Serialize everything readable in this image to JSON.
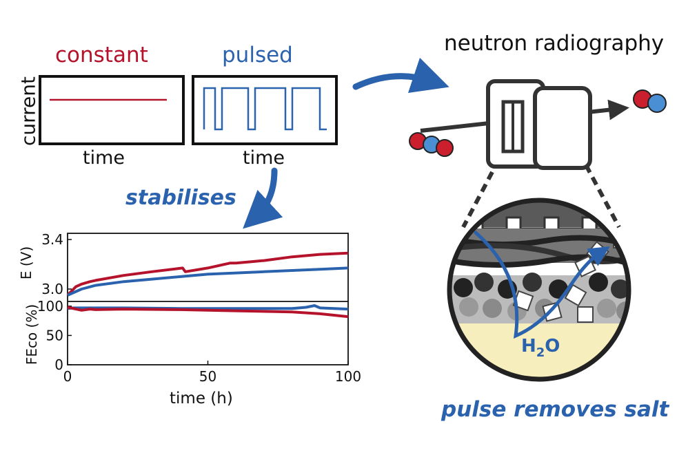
{
  "left_panel": {
    "constant_label": "constant",
    "pulsed_label": "pulsed",
    "y_label": "current",
    "x_label_constant": "time",
    "x_label_pulsed": "time",
    "arrow_label": "stabilises"
  },
  "right_panel": {
    "title": "neutron radiography",
    "water_label": "H2O",
    "caption": "pulse removes salt"
  },
  "colors": {
    "constant": "#b5132c",
    "pulsed": "#2a62ad",
    "ink": "#111111",
    "electrolyte": "#f7eebd"
  },
  "chart_data": [
    {
      "type": "line",
      "ylabel": "E (V)",
      "xlim": [
        0,
        100
      ],
      "ylim": [
        2.9,
        3.45
      ],
      "yticks": [
        "3.4",
        "3.0"
      ],
      "series": [
        {
          "color": "#b5132c",
          "x": [
            0,
            3,
            5,
            8,
            10,
            20,
            30,
            41,
            42,
            50,
            58,
            60,
            70,
            80,
            90,
            100
          ],
          "y": [
            2.95,
            3.02,
            3.04,
            3.06,
            3.07,
            3.11,
            3.14,
            3.17,
            3.14,
            3.17,
            3.21,
            3.21,
            3.23,
            3.26,
            3.28,
            3.29
          ]
        },
        {
          "color": "#2a62ad",
          "x": [
            0,
            5,
            10,
            20,
            30,
            40,
            50,
            60,
            70,
            80,
            90,
            100
          ],
          "y": [
            2.95,
            3.0,
            3.03,
            3.06,
            3.08,
            3.1,
            3.12,
            3.13,
            3.14,
            3.15,
            3.16,
            3.17
          ]
        }
      ]
    },
    {
      "type": "line",
      "ylabel": "FEco (%)",
      "xlabel": "time (h)",
      "xlim": [
        0,
        100
      ],
      "ylim": [
        0,
        108
      ],
      "xticks": [
        "0",
        "50",
        "100"
      ],
      "yticks": [
        "100",
        "50",
        "0"
      ],
      "series": [
        {
          "color": "#2a62ad",
          "x": [
            0,
            2,
            10,
            20,
            40,
            60,
            80,
            85,
            88,
            90,
            100
          ],
          "y": [
            96,
            97,
            97,
            97,
            96,
            96,
            96,
            98,
            101,
            97,
            95
          ]
        },
        {
          "color": "#b5132c",
          "x": [
            0,
            2,
            5,
            8,
            10,
            20,
            40,
            60,
            80,
            90,
            100
          ],
          "y": [
            98,
            96,
            93,
            95,
            94,
            95,
            94,
            92,
            90,
            87,
            82
          ]
        }
      ]
    }
  ]
}
